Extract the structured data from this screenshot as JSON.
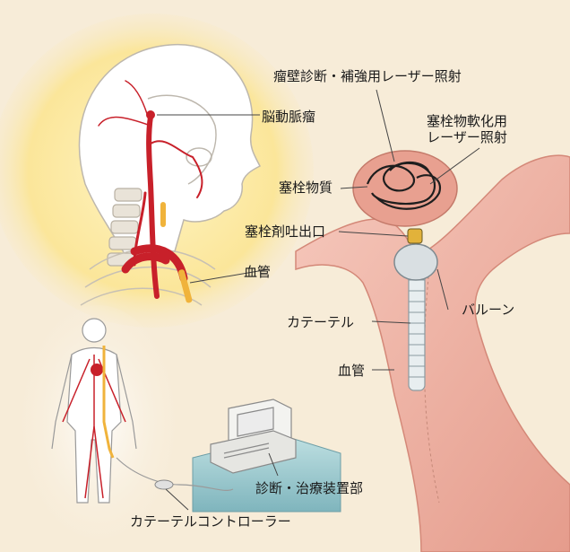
{
  "labels": {
    "diagnosis_laser": "瘤壁診断・補強用レーザー照射",
    "aneurysm": "脳動脈瘤",
    "emboli_laser": "塞栓物軟化用\nレーザー照射",
    "embolic_material": "塞栓物質",
    "embolic_outlet": "塞栓剤吐出口",
    "vessel_head": "血管",
    "balloon": "バルーン",
    "catheter": "カテーテル",
    "vessel_main": "血管",
    "control_unit": "診断・治療装置部",
    "catheter_controller": "カテーテルコントローラー"
  },
  "colors": {
    "background": "#f7ecd8",
    "vessel_pink": "#efb3a4",
    "artery_red": "#c8202a",
    "halo_yellow": "#fbe79c",
    "leader_line": "#444444"
  }
}
